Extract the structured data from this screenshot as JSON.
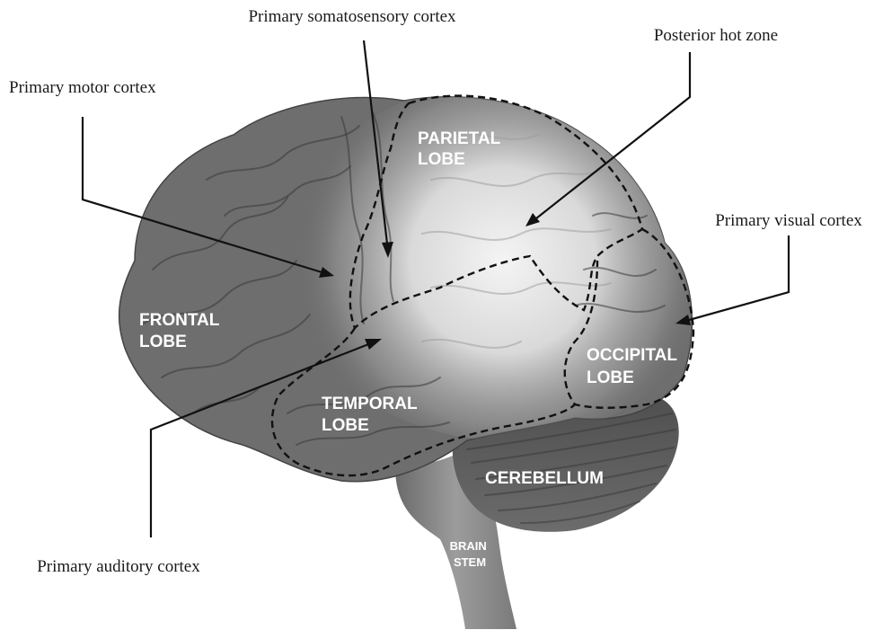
{
  "callouts": {
    "somatosensory": "Primary somatosensory cortex",
    "motor": "Primary motor cortex",
    "hot_zone": "Posterior hot zone",
    "visual": "Primary visual cortex",
    "auditory": "Primary auditory cortex"
  },
  "lobes": {
    "parietal": [
      "PARIETAL",
      "LOBE"
    ],
    "frontal": [
      "FRONTAL",
      "LOBE"
    ],
    "temporal": [
      "TEMPORAL",
      "LOBE"
    ],
    "occipital": [
      "OCCIPITAL",
      "LOBE"
    ],
    "cerebellum": "CEREBELLUM",
    "brainstem": [
      "BRAIN",
      "STEM"
    ]
  },
  "colors": {
    "background": "#ffffff",
    "cortex": "#6e6e6e",
    "cortex_dark": "#4a4a4a",
    "hot_zone_glow": "#e8e8e8",
    "cerebellum": "#5c5c5c",
    "brainstem": "#8a8a8a",
    "line": "#111111"
  }
}
